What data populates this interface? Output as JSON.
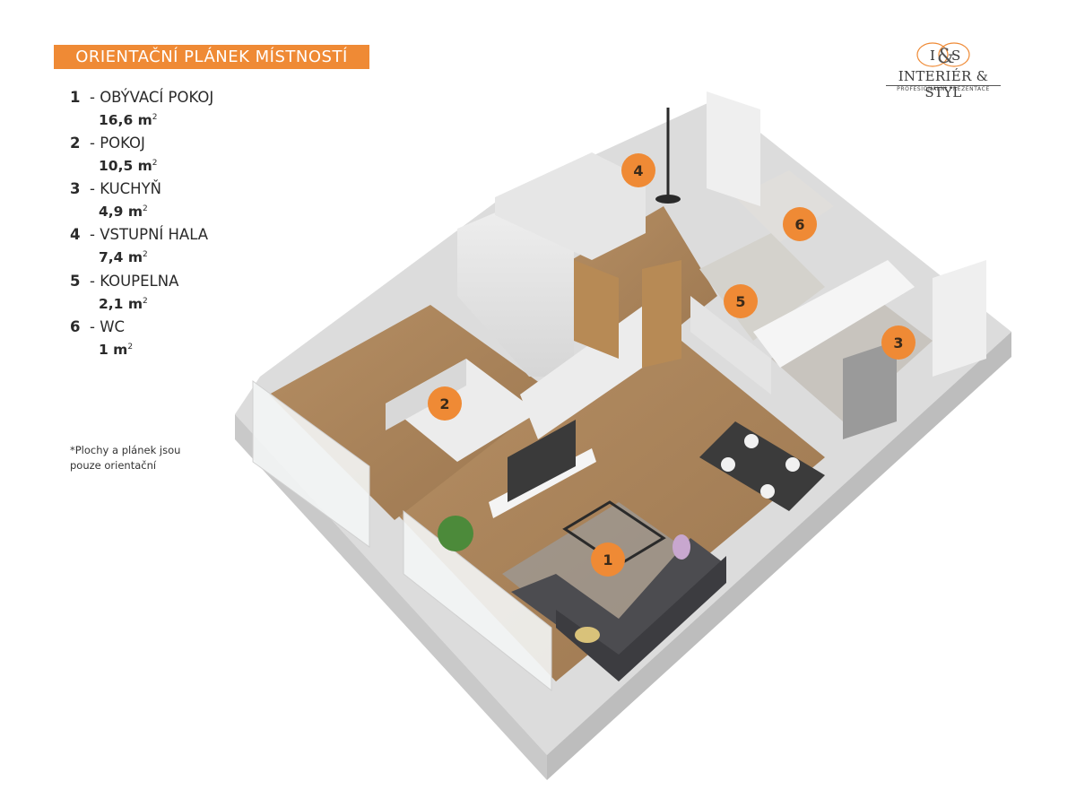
{
  "title": "ORIENTAČNÍ PLÁNEK MÍSTNOSTÍ",
  "logo": {
    "monogram_left": "I",
    "monogram_amp": "&",
    "monogram_right": "S",
    "name": "INTERIÉR & STYL",
    "tagline": "PROFESIONÁLNÍ PREZENTACE"
  },
  "rooms": [
    {
      "number": "1",
      "name": "- OBÝVACÍ POKOJ",
      "area": "16,6 m",
      "unit_sup": "2"
    },
    {
      "number": "2",
      "name": "- POKOJ",
      "area": "10,5 m",
      "unit_sup": "2"
    },
    {
      "number": "3",
      "name": "- KUCHYŇ",
      "area": "4,9 m",
      "unit_sup": "2"
    },
    {
      "number": "4",
      "name": "- VSTUPNÍ HALA",
      "area": "7,4 m",
      "unit_sup": "2"
    },
    {
      "number": "5",
      "name": "- KOUPELNA",
      "area": "2,1 m",
      "unit_sup": "2"
    },
    {
      "number": "6",
      "name": "- WC",
      "area": "1 m",
      "unit_sup": "2"
    }
  ],
  "note_line1": "*Plochy  a plánek jsou",
  "note_line2": "pouze orientační",
  "badges": {
    "living": "1",
    "bedroom": "2",
    "kitchen": "3",
    "hall": "4",
    "bathroom": "5",
    "wc": "6"
  },
  "colors": {
    "accent": "#ef8a35",
    "floor_wood": "#a9845c",
    "wall": "#e8e8e8"
  }
}
